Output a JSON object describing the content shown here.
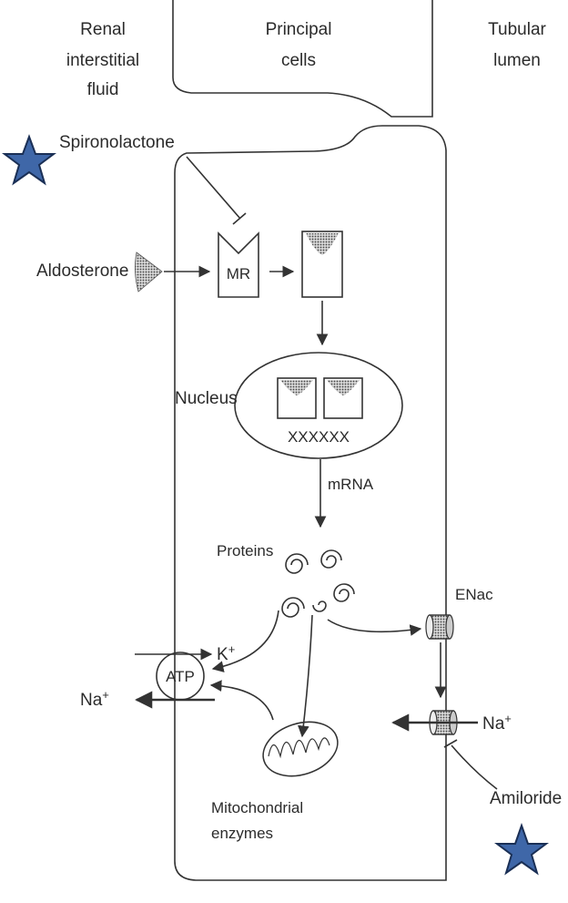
{
  "header": {
    "renal_interstitial": [
      "Renal",
      "interstitial",
      "fluid"
    ],
    "principal_cells": [
      "Principal",
      "cells"
    ],
    "tubular_lumen": [
      "Tubular",
      "lumen"
    ]
  },
  "labels": {
    "spironolactone": "Spironolactone",
    "aldosterone": "Aldosterone",
    "mr": "MR",
    "nucleus": "Nucleus",
    "dna": "XXXXXX",
    "mrna": "mRNA",
    "proteins": "Proteins",
    "enac": "ENac",
    "k_ion": "K+",
    "na_ion_left": "Na+",
    "atp": "ATP",
    "na_ion_right": "Na+",
    "amiloride": "Amiloride",
    "mito": [
      "Mitochondrial",
      "enzymes"
    ]
  },
  "colors": {
    "star_fill": "#3f67a8",
    "star_stroke": "#1a2f55",
    "ink": "#333333"
  },
  "icons": {
    "star_top": "star-icon",
    "star_bottom": "star-icon"
  }
}
